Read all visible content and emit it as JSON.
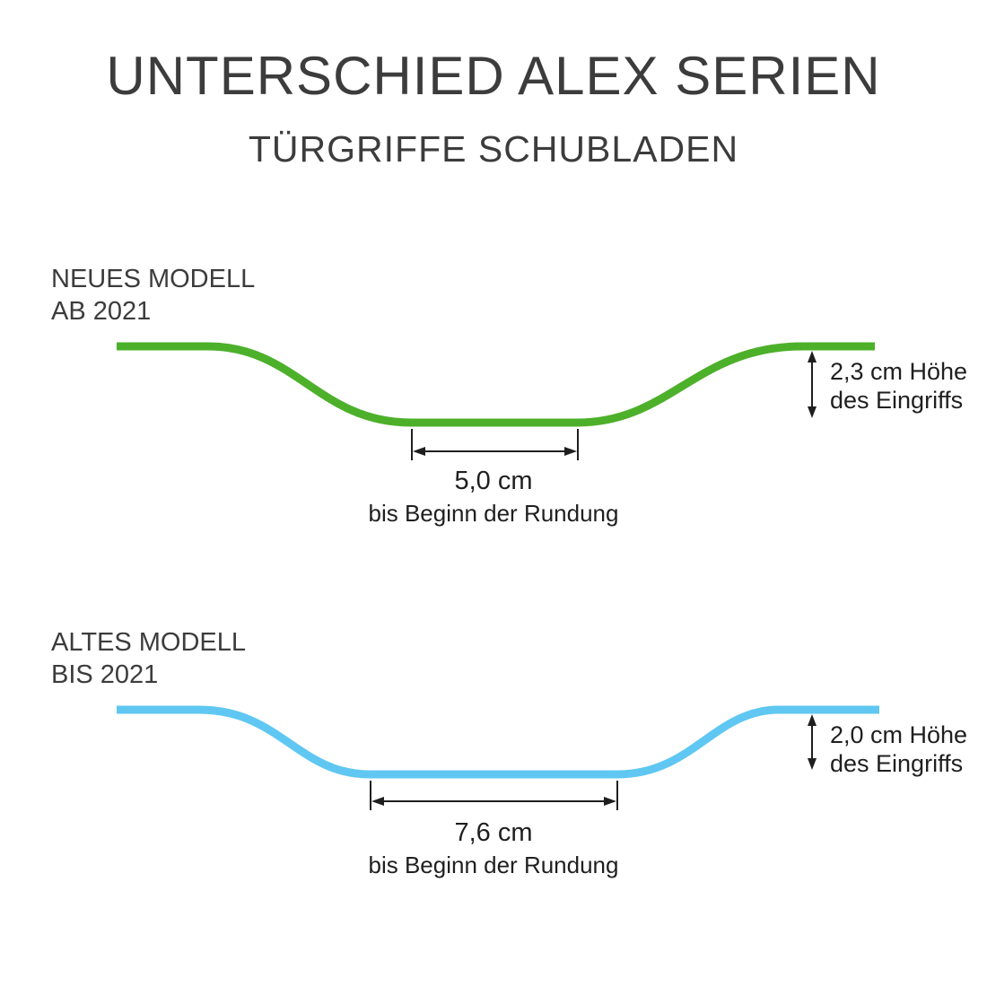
{
  "page": {
    "title": "UNTERSCHIED ALEX SERIEN",
    "subtitle": "TÜRGRIFFE SCHUBLADEN"
  },
  "line_color": "#1f1f1f",
  "models": [
    {
      "name_line1": "NEUES MODELL",
      "name_line2": "AB 2021",
      "curve_color": "#4db02a",
      "width_value": "5,0 cm",
      "width_caption": "bis Beginn der Rundung",
      "height_line1": "2,3 cm Höhe",
      "height_line2": "des Eingriffs"
    },
    {
      "name_line1": "ALTES MODELL",
      "name_line2": "BIS 2021",
      "curve_color": "#5fc7f2",
      "width_value": "7,6 cm",
      "width_caption": "bis Beginn der Rundung",
      "height_line1": "2,0 cm Höhe",
      "height_line2": "des Eingriffs"
    }
  ]
}
